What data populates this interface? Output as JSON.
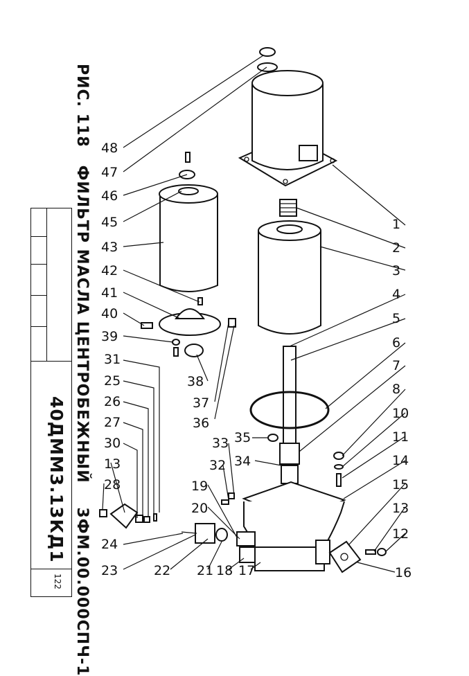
{
  "figure": {
    "caption_number": "РИС. 118",
    "caption_title": "ФИЛЬТР МАСЛА ЦЕНТРОБЕЖНЫЙ",
    "doc_code": "3ФМ.00.000СПЧ-1"
  },
  "stamp": {
    "model": "40ДММ3.13КД1",
    "page_number": "122"
  },
  "callouts": [
    "1",
    "2",
    "3",
    "4",
    "5",
    "6",
    "7",
    "8",
    "10",
    "11",
    "14",
    "15",
    "13",
    "12",
    "16",
    "48",
    "47",
    "46",
    "45",
    "43",
    "42",
    "41",
    "40",
    "39",
    "38",
    "37",
    "36",
    "31",
    "25",
    "26",
    "27",
    "30",
    "13",
    "28",
    "24",
    "23",
    "22",
    "21",
    "18",
    "17",
    "35",
    "34",
    "33",
    "32",
    "19",
    "20"
  ]
}
